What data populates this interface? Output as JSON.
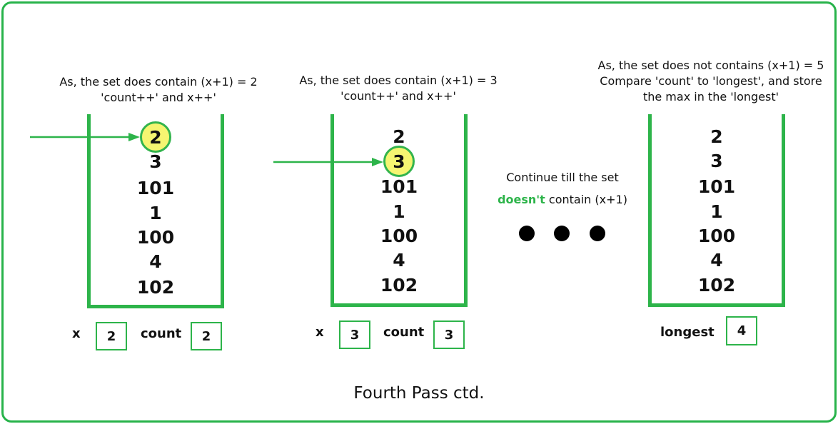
{
  "panels": [
    {
      "caption": [
        "As, the set does contain (x+1) = 2",
        "'count++' and x++'"
      ],
      "items": [
        "2",
        "3",
        "101",
        "1",
        "100",
        "4",
        "102"
      ],
      "highlight_index": 0,
      "vars": [
        {
          "label": "x",
          "value": "2"
        },
        {
          "label": "count",
          "value": "2"
        }
      ]
    },
    {
      "caption": [
        "As, the set does contain (x+1) = 3",
        "'count++' and x++'"
      ],
      "items": [
        "2",
        "3",
        "101",
        "1",
        "100",
        "4",
        "102"
      ],
      "highlight_index": 1,
      "vars": [
        {
          "label": "x",
          "value": "3"
        },
        {
          "label": "count",
          "value": "3"
        }
      ]
    },
    {
      "caption": [
        "As, the set does not contains (x+1) = 5",
        "Compare 'count' to 'longest', and store",
        "the max in the 'longest'"
      ],
      "items": [
        "2",
        "3",
        "101",
        "1",
        "100",
        "4",
        "102"
      ],
      "highlight_index": null,
      "vars": [
        {
          "label": "longest",
          "value": "4"
        }
      ]
    }
  ],
  "middle_note": {
    "line1": "Continue till the set",
    "highlight_word": "doesn't",
    "line2_rest": " contain (x+1)"
  },
  "footer_title": "Fourth Pass ctd.",
  "colors": {
    "accent_green": "#2db44a",
    "highlight_fill": "#f5f571"
  }
}
